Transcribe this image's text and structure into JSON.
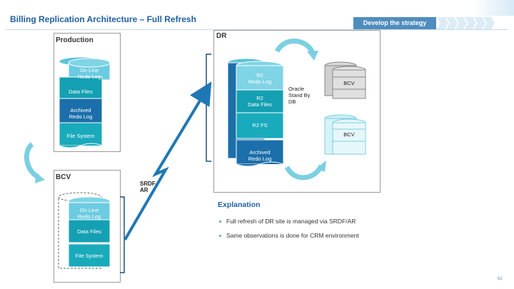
{
  "title": "Billing Replication Architecture – Full Refresh",
  "header": {
    "strategy_label": "Develop the strategy"
  },
  "production": {
    "label": "Production",
    "layers": [
      "On Line\nRedo Log",
      "Data Files",
      "Archived\nRedo Log",
      "File System"
    ]
  },
  "bcv": {
    "label": "BCV",
    "layers": [
      "On Line\nRedo Log",
      "Data Files",
      "File System"
    ]
  },
  "dr": {
    "label": "DR",
    "layers": [
      "R2\nRedo Log",
      "R2\nData Files",
      "R2 FS",
      "Archived\nRedo Log"
    ],
    "standby_label": "Oracle\nStand By\nDB",
    "bcv_grey": "BCV",
    "bcv_teal": "BCV"
  },
  "srdf_label": "SRDF\nAR",
  "explanation": {
    "title": "Explanation",
    "bullets": [
      "Full refresh of DR site is managed via SRDF/AR",
      "Same observations is done for CRM environment"
    ]
  },
  "page_number": "62",
  "colors": {
    "title_blue": "#1f5fa0",
    "teal": "#1aa4b4",
    "dark_blue": "#1d6fa8",
    "light_cyan": "#7ccfe2",
    "arrow_blue": "#1f78b4"
  }
}
